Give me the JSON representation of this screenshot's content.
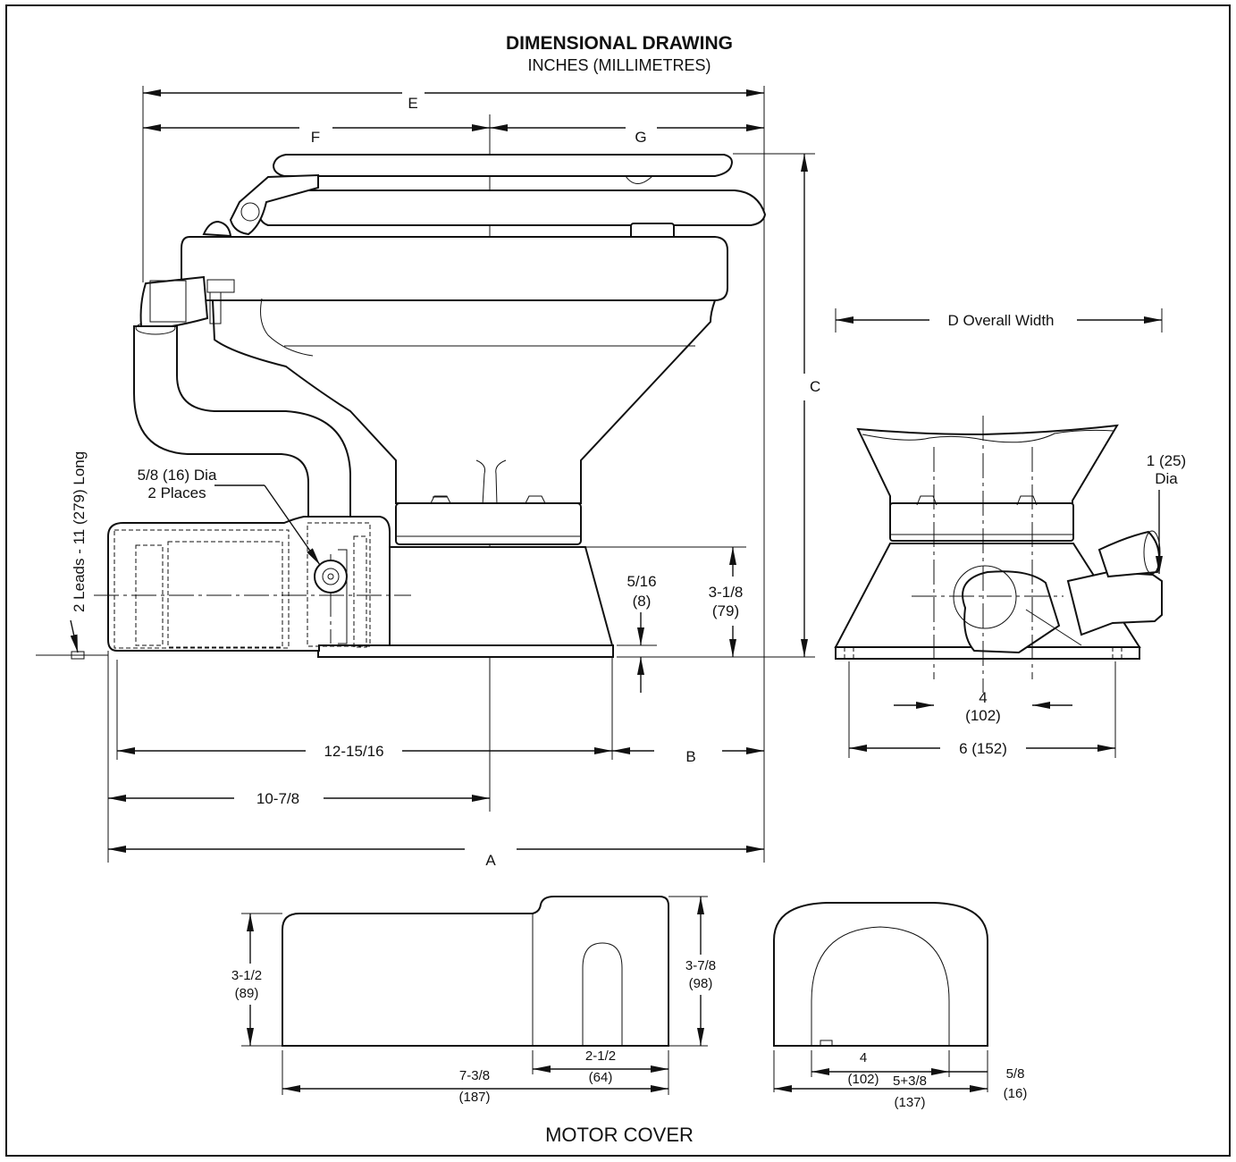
{
  "title": "DIMENSIONAL DRAWING",
  "subtitle": "INCHES (MILLIMETRES)",
  "dims": {
    "E": "E",
    "F": "F",
    "G": "G",
    "C": "C",
    "A": "A",
    "B": "B",
    "d_overall": "D Overall Width",
    "w_12_15_16": "12-15/16",
    "w_10_7_8": "10-7/8",
    "h_3_1_8": "3-1/8",
    "h_3_1_8_mm": "(79)",
    "h_5_16": "5/16",
    "h_5_16_mm": "(8)",
    "pipe_1": "1 (25)",
    "pipe_dia": "Dia",
    "bolt_4": "4",
    "bolt_4_mm": "(102)",
    "base_6": "6 (152)",
    "leads": "2 Leads - 11 (279) Long",
    "holes_1": "5/8 (16) Dia",
    "holes_2": "2 Places"
  },
  "motor_cover": {
    "caption": "MOTOR COVER",
    "h_3_1_2": "3-1/2",
    "h_3_1_2_mm": "(89)",
    "h_3_7_8": "3-7/8",
    "h_3_7_8_mm": "(98)",
    "w_2_1_2": "2-1/2",
    "w_2_1_2_mm": "(64)",
    "w_7_3_8": "7-3/8",
    "w_7_3_8_mm": "(187)",
    "e_4": "4",
    "e_4_mm": "(102)",
    "e_5_3_8": "5+3/8",
    "e_5_3_8_mm": "(137)",
    "e_5_8": "5/8",
    "e_5_8_mm": "(16)"
  }
}
